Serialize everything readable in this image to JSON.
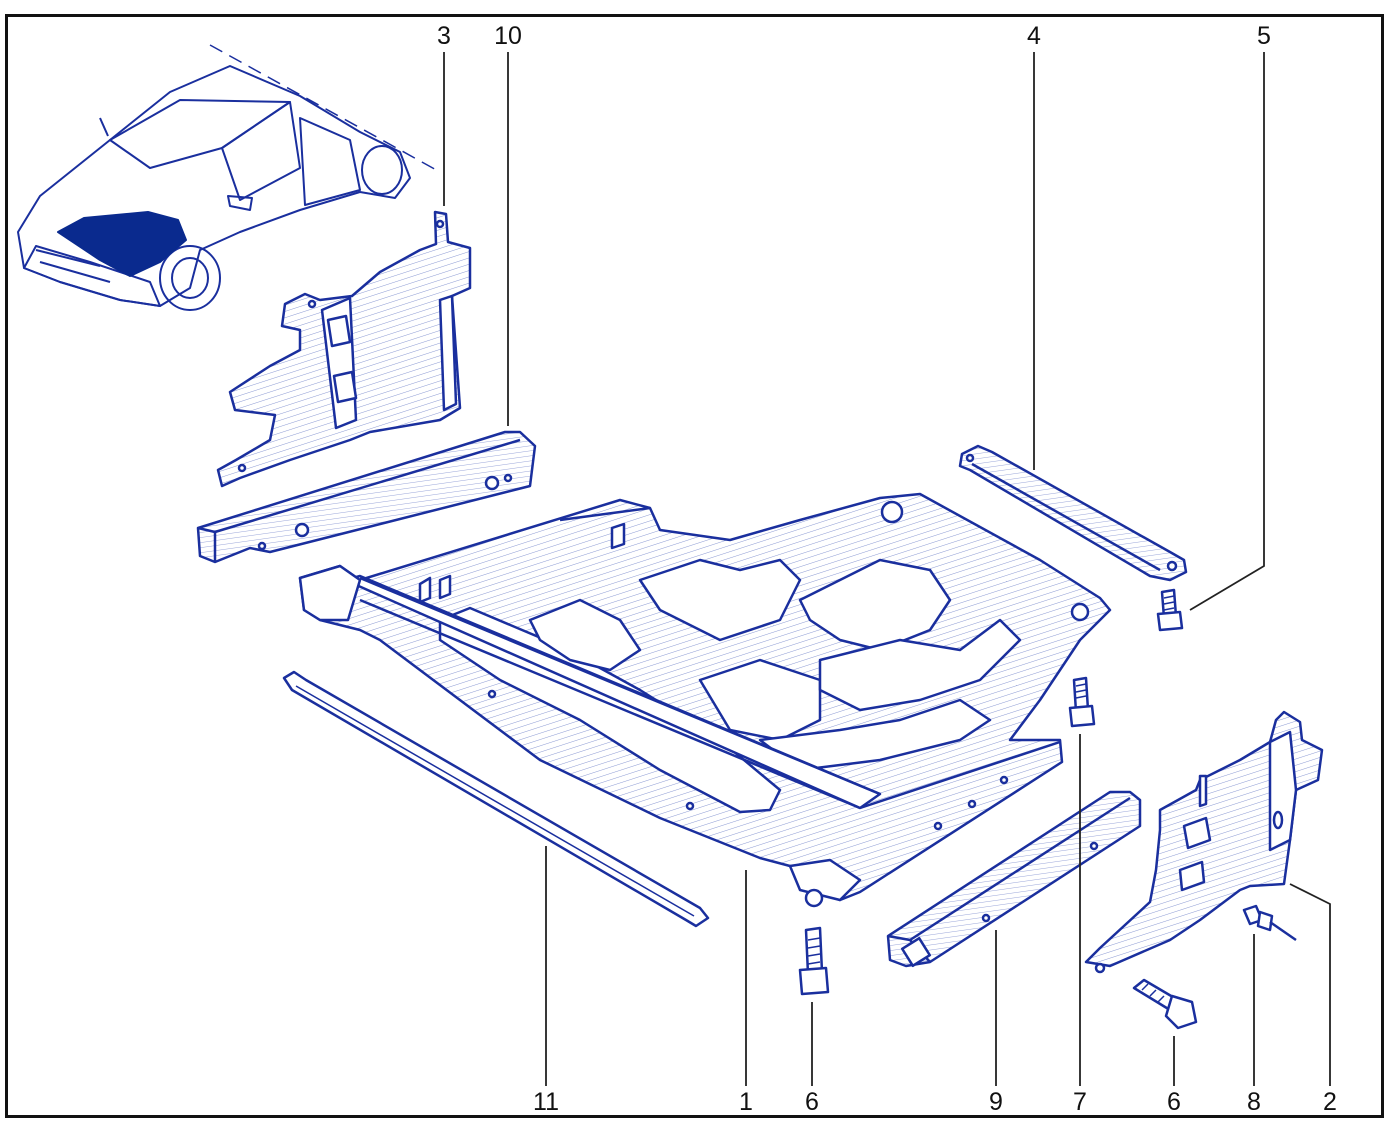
{
  "diagram": {
    "colors": {
      "line": "#1a2f9e",
      "hatch": "#6e7fc8",
      "highlight": "#0a2a8e",
      "leader": "#222222",
      "frame": "#111111"
    },
    "callouts": {
      "top": [
        "3",
        "10",
        "4",
        "5"
      ],
      "bottom": [
        "11",
        "1",
        "6",
        "9",
        "7",
        "6",
        "8",
        "2"
      ]
    }
  }
}
